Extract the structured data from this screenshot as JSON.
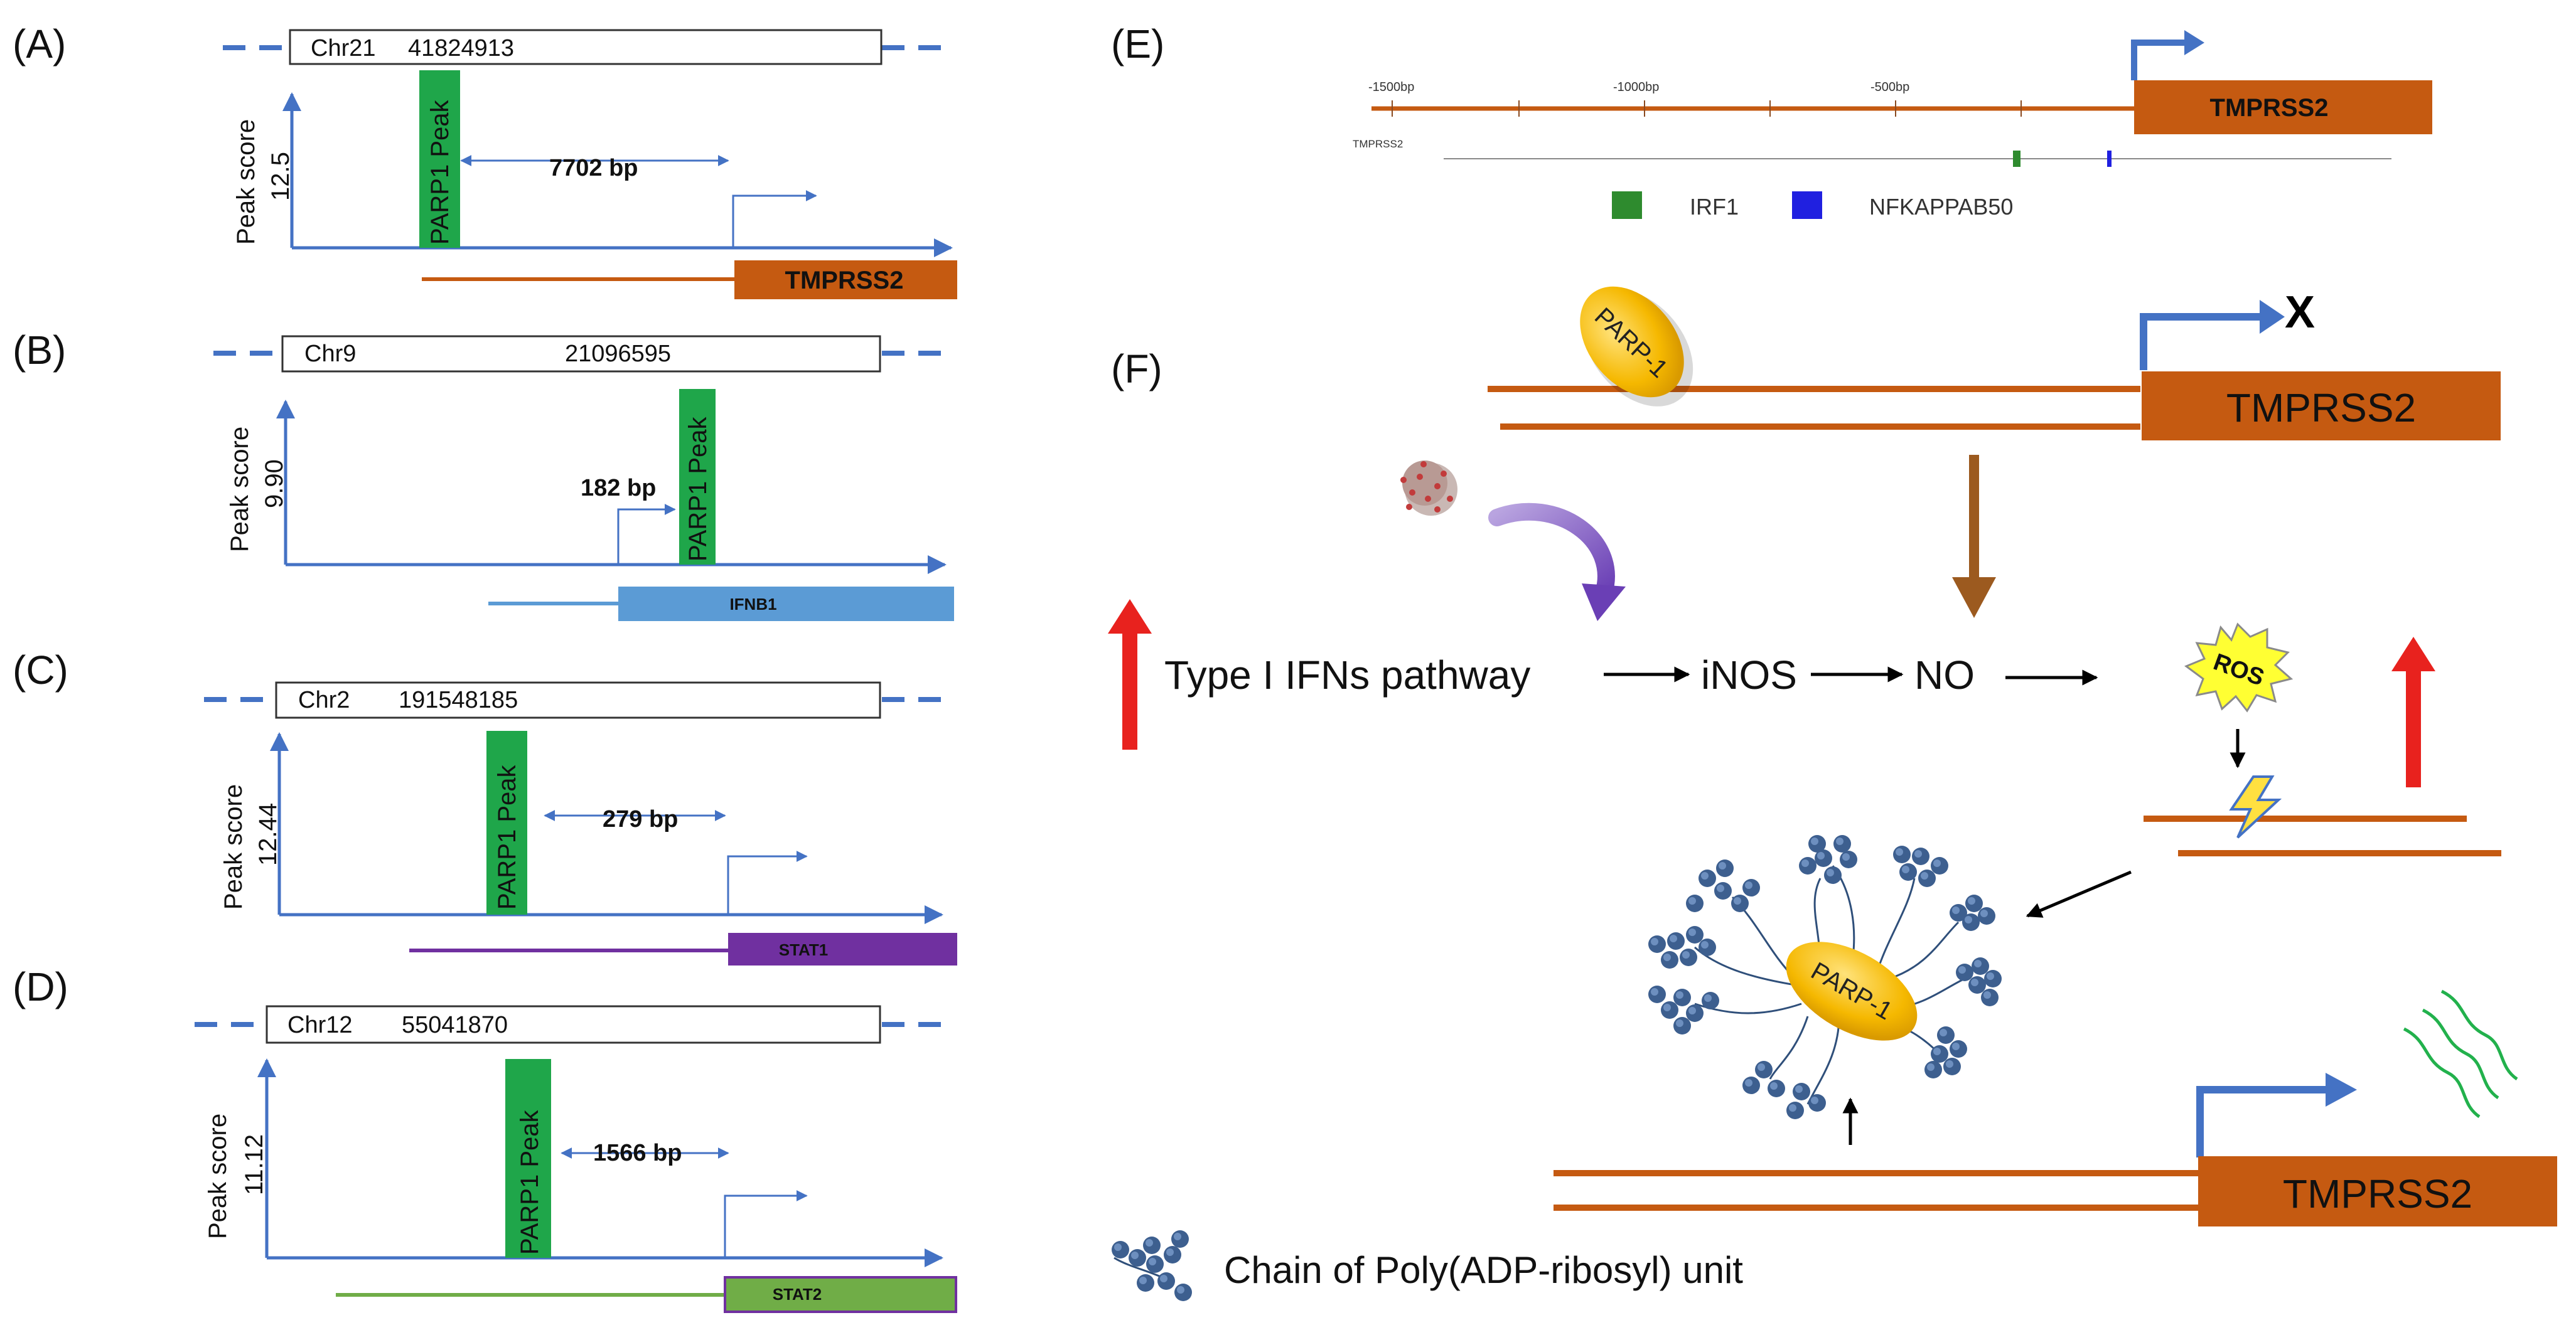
{
  "panel_labels": {
    "a": "(A)",
    "b": "(B)",
    "c": "(C)",
    "d": "(D)",
    "e": "(E)",
    "f": "(F)"
  },
  "tracks": {
    "a": {
      "chr": "Chr21",
      "pos": "41824913",
      "score": "12.5",
      "peak": "PARP1 Peak",
      "distance": "7702 bp",
      "gene": "TMPRSS2"
    },
    "b": {
      "chr": "Chr9",
      "pos": "21096595",
      "score": "9.90",
      "peak": "PARP1 Peak",
      "distance": "182 bp",
      "gene": "IFNB1"
    },
    "c": {
      "chr": "Chr2",
      "pos": "191548185",
      "score": "12.44",
      "peak": "PARP1 Peak",
      "distance": "279 bp",
      "gene": "STAT1"
    },
    "d": {
      "chr": "Chr12",
      "pos": "55041870",
      "score": "11.12",
      "peak": "PARP1 Peak",
      "distance": "1566 bp",
      "gene": "STAT2"
    }
  },
  "axis_label": "Peak score",
  "promoter": {
    "ticks": [
      "-1500bp",
      "-1000bp",
      "-500bp"
    ],
    "gene": "TMPRSS2",
    "track_label": "TMPRSS2",
    "legend": [
      {
        "label": "IRF1",
        "color": "#2e8b2e"
      },
      {
        "label": "NFKAPPAB50",
        "color": "#2020e0"
      }
    ]
  },
  "mechanism": {
    "parp_label": "PARP-1",
    "gene": "TMPRSS2",
    "blocked_mark": "X",
    "pathway": "Type I IFNs pathway",
    "inos": "iNOS",
    "no": "NO",
    "ros": "ROS",
    "legend": "Chain of Poly(ADP-ribosyl) unit"
  },
  "colors": {
    "peak_green": "#1fa64a",
    "gene_orange": "#c55a11",
    "ifnb1_blue": "#5b9bd5",
    "stat1_purple": "#7030a0",
    "stat2_green": "#70ad47",
    "axis_blue": "#4472c4",
    "parp_yellow": "#f5b800",
    "up_red": "#e8221e",
    "par_blue": "#3d5f8f"
  }
}
